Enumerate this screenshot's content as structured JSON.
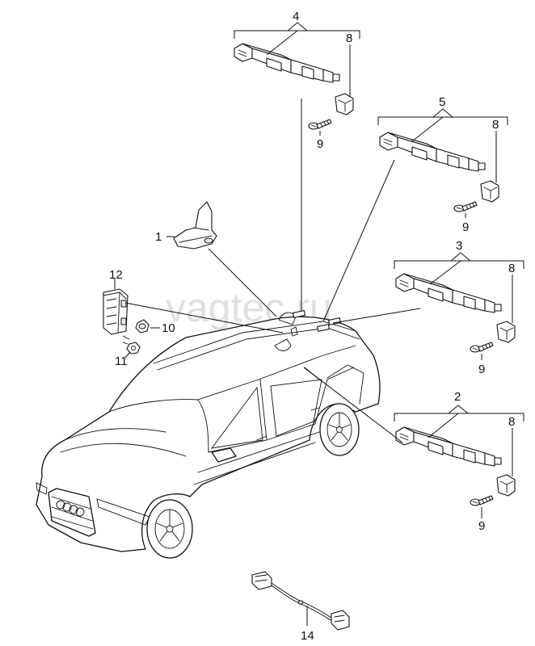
{
  "watermark": "vagtec.ru",
  "callouts": {
    "c1": "1",
    "c2": "2",
    "c3": "3",
    "c4": "4",
    "c5": "5",
    "c8a": "8",
    "c8b": "8",
    "c8c": "8",
    "c8d": "8",
    "c9a": "9",
    "c9b": "9",
    "c9c": "9",
    "c9d": "9",
    "c10": "10",
    "c11": "11",
    "c12": "12",
    "c14": "14"
  }
}
